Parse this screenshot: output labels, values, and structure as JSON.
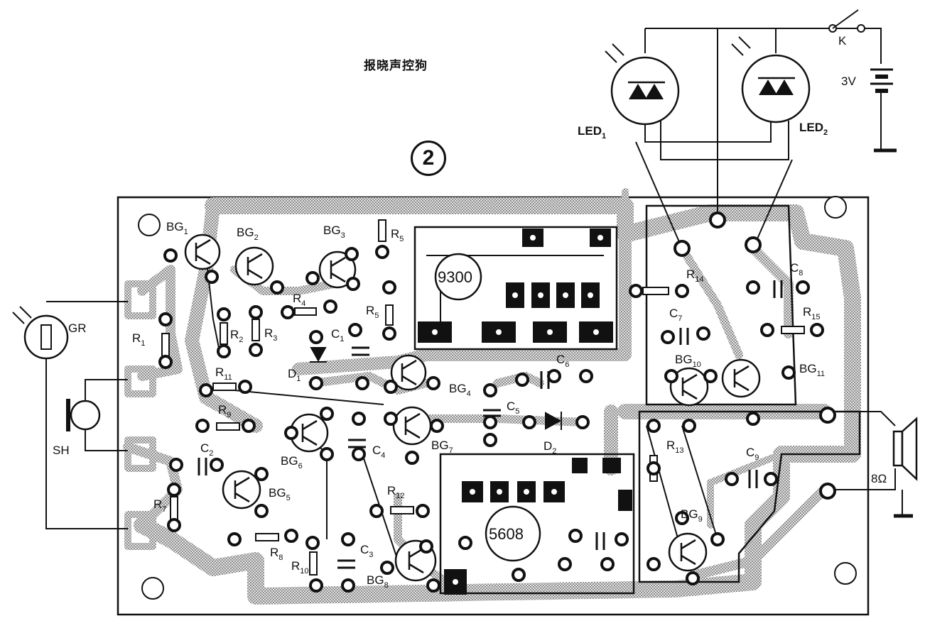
{
  "title": "报晓声控狗",
  "figure_number": "2",
  "chips": {
    "ic1": "9300",
    "ic2": "5608"
  },
  "supply": {
    "voltage": "3V",
    "switch": "K"
  },
  "speaker": {
    "impedance": "8Ω"
  },
  "labels": {
    "GR": "GR",
    "SH": "SH",
    "LED1": [
      "LED",
      "1"
    ],
    "LED2": [
      "LED",
      "2"
    ],
    "BG1": [
      "BG",
      "1"
    ],
    "BG2": [
      "BG",
      "2"
    ],
    "BG3": [
      "BG",
      "3"
    ],
    "BG4": [
      "BG",
      "4"
    ],
    "BG5": [
      "BG",
      "5"
    ],
    "BG6": [
      "BG",
      "6"
    ],
    "BG7": [
      "BG",
      "7"
    ],
    "BG8": [
      "BG",
      "8"
    ],
    "BG9": [
      "BG",
      "9"
    ],
    "BG10": [
      "BG",
      "10"
    ],
    "BG11": [
      "BG",
      "11"
    ],
    "R1": [
      "R",
      "1"
    ],
    "R2": [
      "R",
      "2"
    ],
    "R3": [
      "R",
      "3"
    ],
    "R4": [
      "R",
      "4"
    ],
    "R5a": [
      "R",
      "5"
    ],
    "R5b": [
      "R",
      "5"
    ],
    "R7": [
      "R",
      "7"
    ],
    "R8": [
      "R",
      "8"
    ],
    "R9": [
      "R",
      "9"
    ],
    "R10": [
      "R",
      "10"
    ],
    "R11": [
      "R",
      "11"
    ],
    "R12": [
      "R",
      "12"
    ],
    "R13": [
      "R",
      "13"
    ],
    "R14": [
      "R",
      "14"
    ],
    "R15": [
      "R",
      "15"
    ],
    "C1": [
      "C",
      "1"
    ],
    "C2": [
      "C",
      "2"
    ],
    "C3": [
      "C",
      "3"
    ],
    "C4": [
      "C",
      "4"
    ],
    "C5": [
      "C",
      "5"
    ],
    "C6": [
      "C",
      "6"
    ],
    "C7": [
      "C",
      "7"
    ],
    "C8": [
      "C",
      "8"
    ],
    "C9": [
      "C",
      "9"
    ],
    "D1": [
      "D",
      "1"
    ],
    "D2": [
      "D",
      "2"
    ]
  }
}
